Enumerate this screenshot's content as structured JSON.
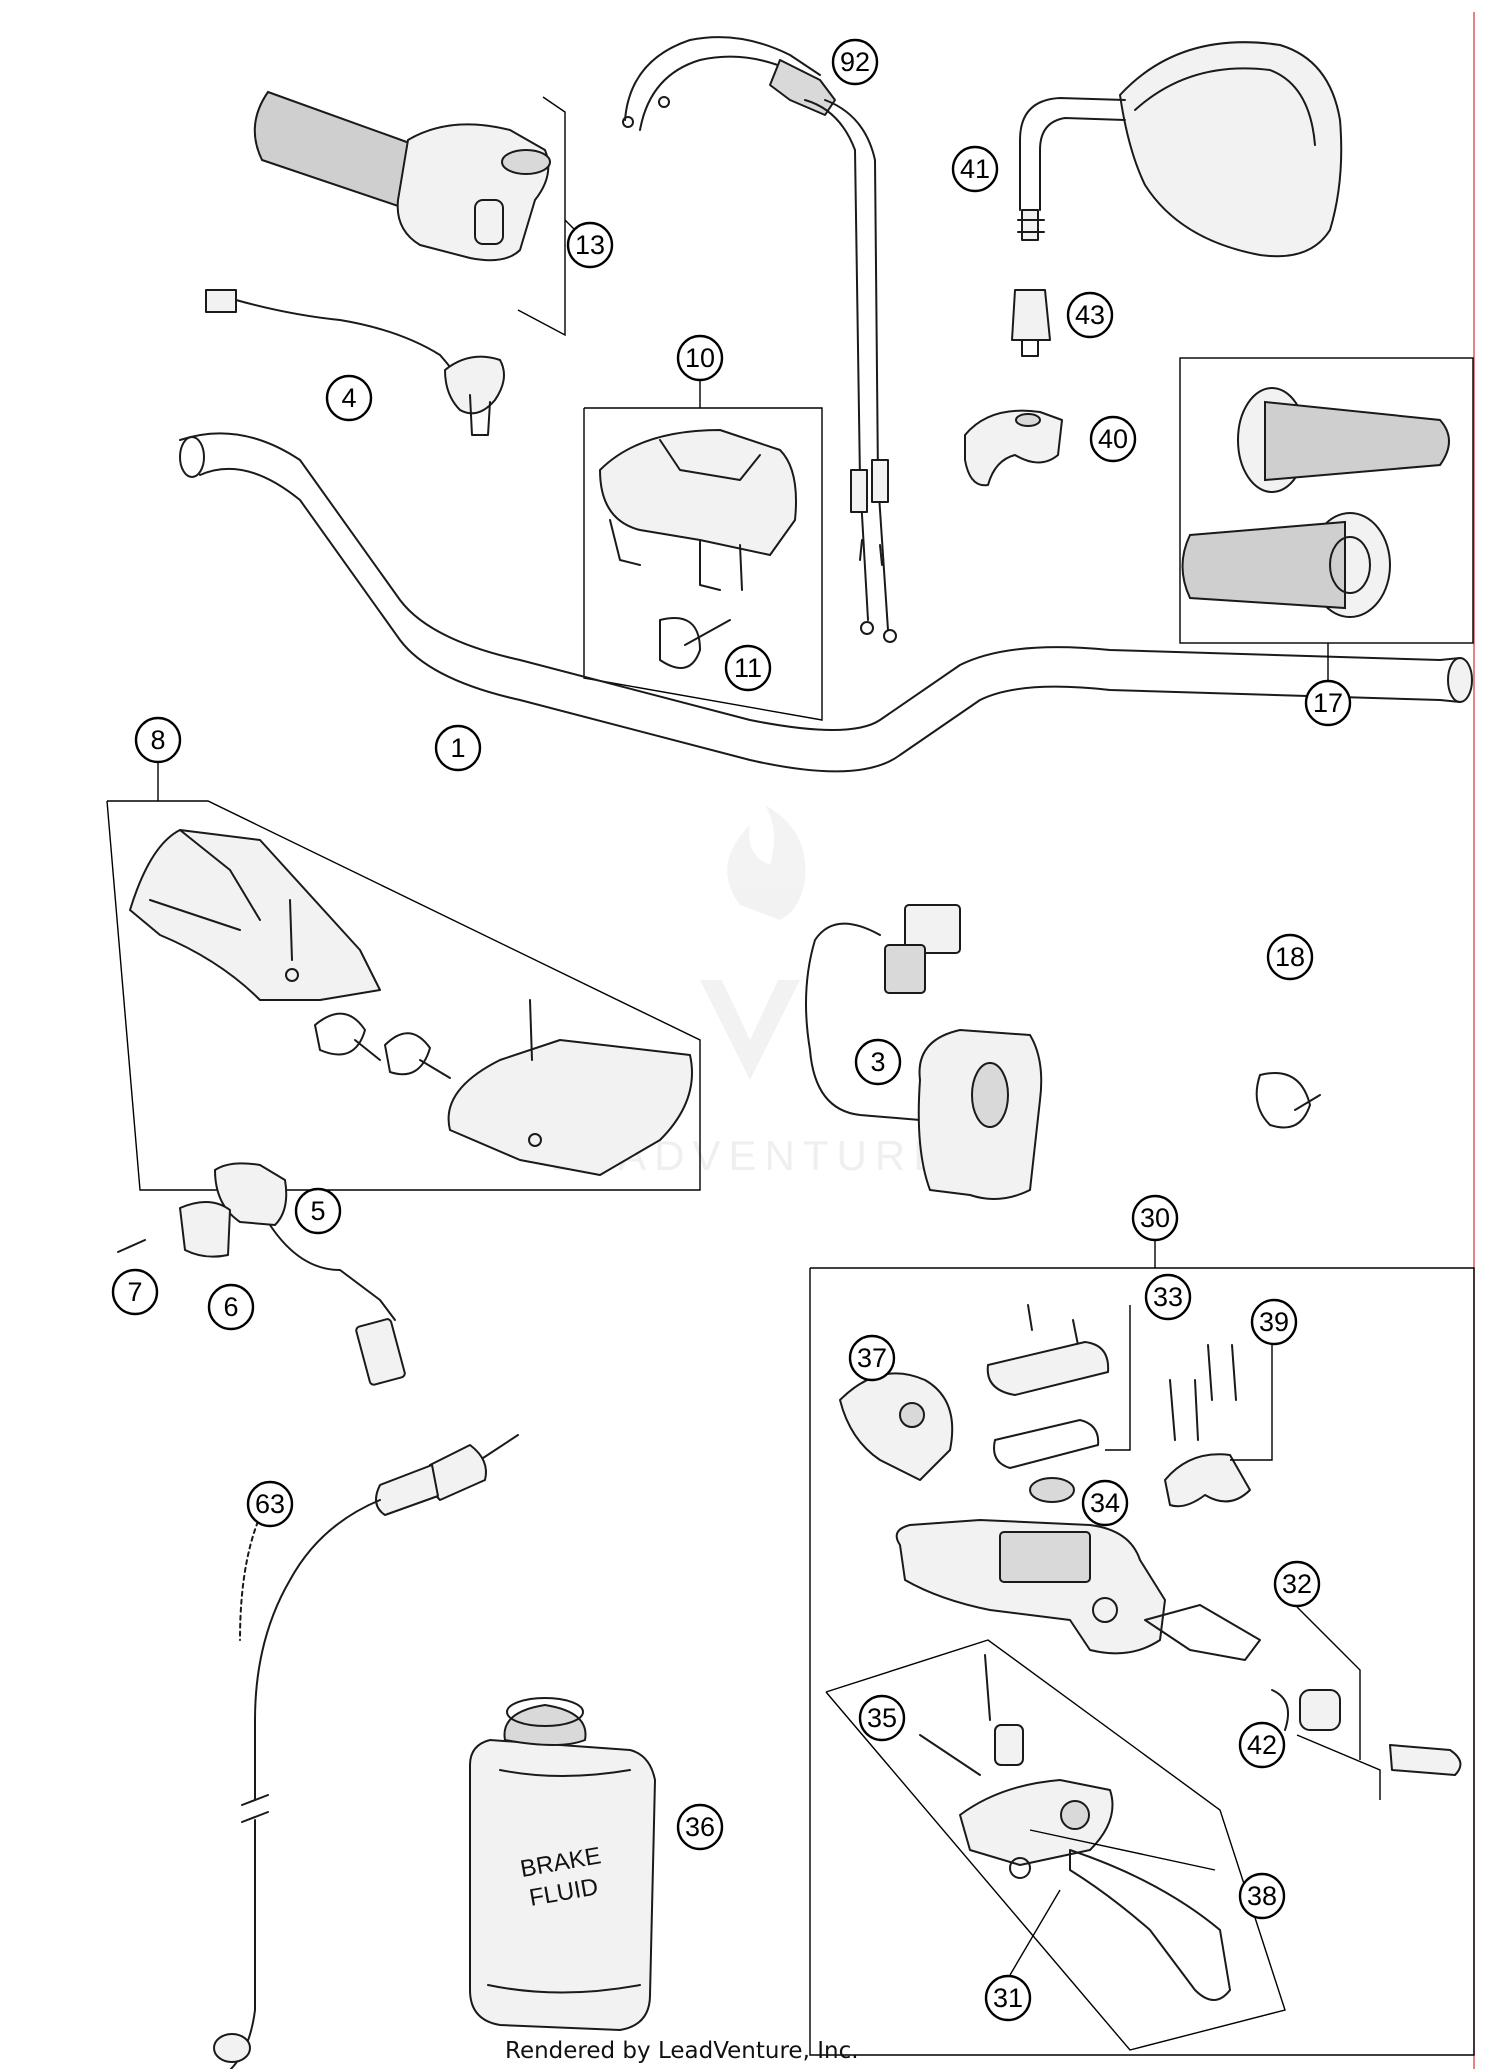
{
  "diagram": {
    "callouts": [
      {
        "id": "part-1",
        "label": "1"
      },
      {
        "id": "part-3",
        "label": "3"
      },
      {
        "id": "part-4",
        "label": "4"
      },
      {
        "id": "part-5",
        "label": "5"
      },
      {
        "id": "part-6",
        "label": "6"
      },
      {
        "id": "part-7",
        "label": "7"
      },
      {
        "id": "part-8",
        "label": "8"
      },
      {
        "id": "part-10",
        "label": "10"
      },
      {
        "id": "part-11",
        "label": "11"
      },
      {
        "id": "part-13",
        "label": "13"
      },
      {
        "id": "part-17",
        "label": "17"
      },
      {
        "id": "part-18",
        "label": "18"
      },
      {
        "id": "part-30",
        "label": "30"
      },
      {
        "id": "part-31",
        "label": "31"
      },
      {
        "id": "part-32",
        "label": "32"
      },
      {
        "id": "part-33",
        "label": "33"
      },
      {
        "id": "part-34",
        "label": "34"
      },
      {
        "id": "part-35",
        "label": "35"
      },
      {
        "id": "part-36",
        "label": "36"
      },
      {
        "id": "part-37",
        "label": "37"
      },
      {
        "id": "part-38",
        "label": "38"
      },
      {
        "id": "part-39",
        "label": "39"
      },
      {
        "id": "part-40",
        "label": "40"
      },
      {
        "id": "part-41",
        "label": "41"
      },
      {
        "id": "part-42",
        "label": "42"
      },
      {
        "id": "part-43",
        "label": "43"
      },
      {
        "id": "part-63",
        "label": "63"
      },
      {
        "id": "part-92",
        "label": "92"
      }
    ],
    "bottle_label_line1": "BRAKE",
    "bottle_label_line2": "FLUID",
    "watermark": "LEADVENTURE",
    "footer_credit": "Rendered by LeadVenture, Inc.",
    "colors": {
      "line": "#1a1a1a",
      "background": "#ffffff",
      "edge_accent": "#e05a5a",
      "watermark": "#e6e6e6"
    }
  }
}
